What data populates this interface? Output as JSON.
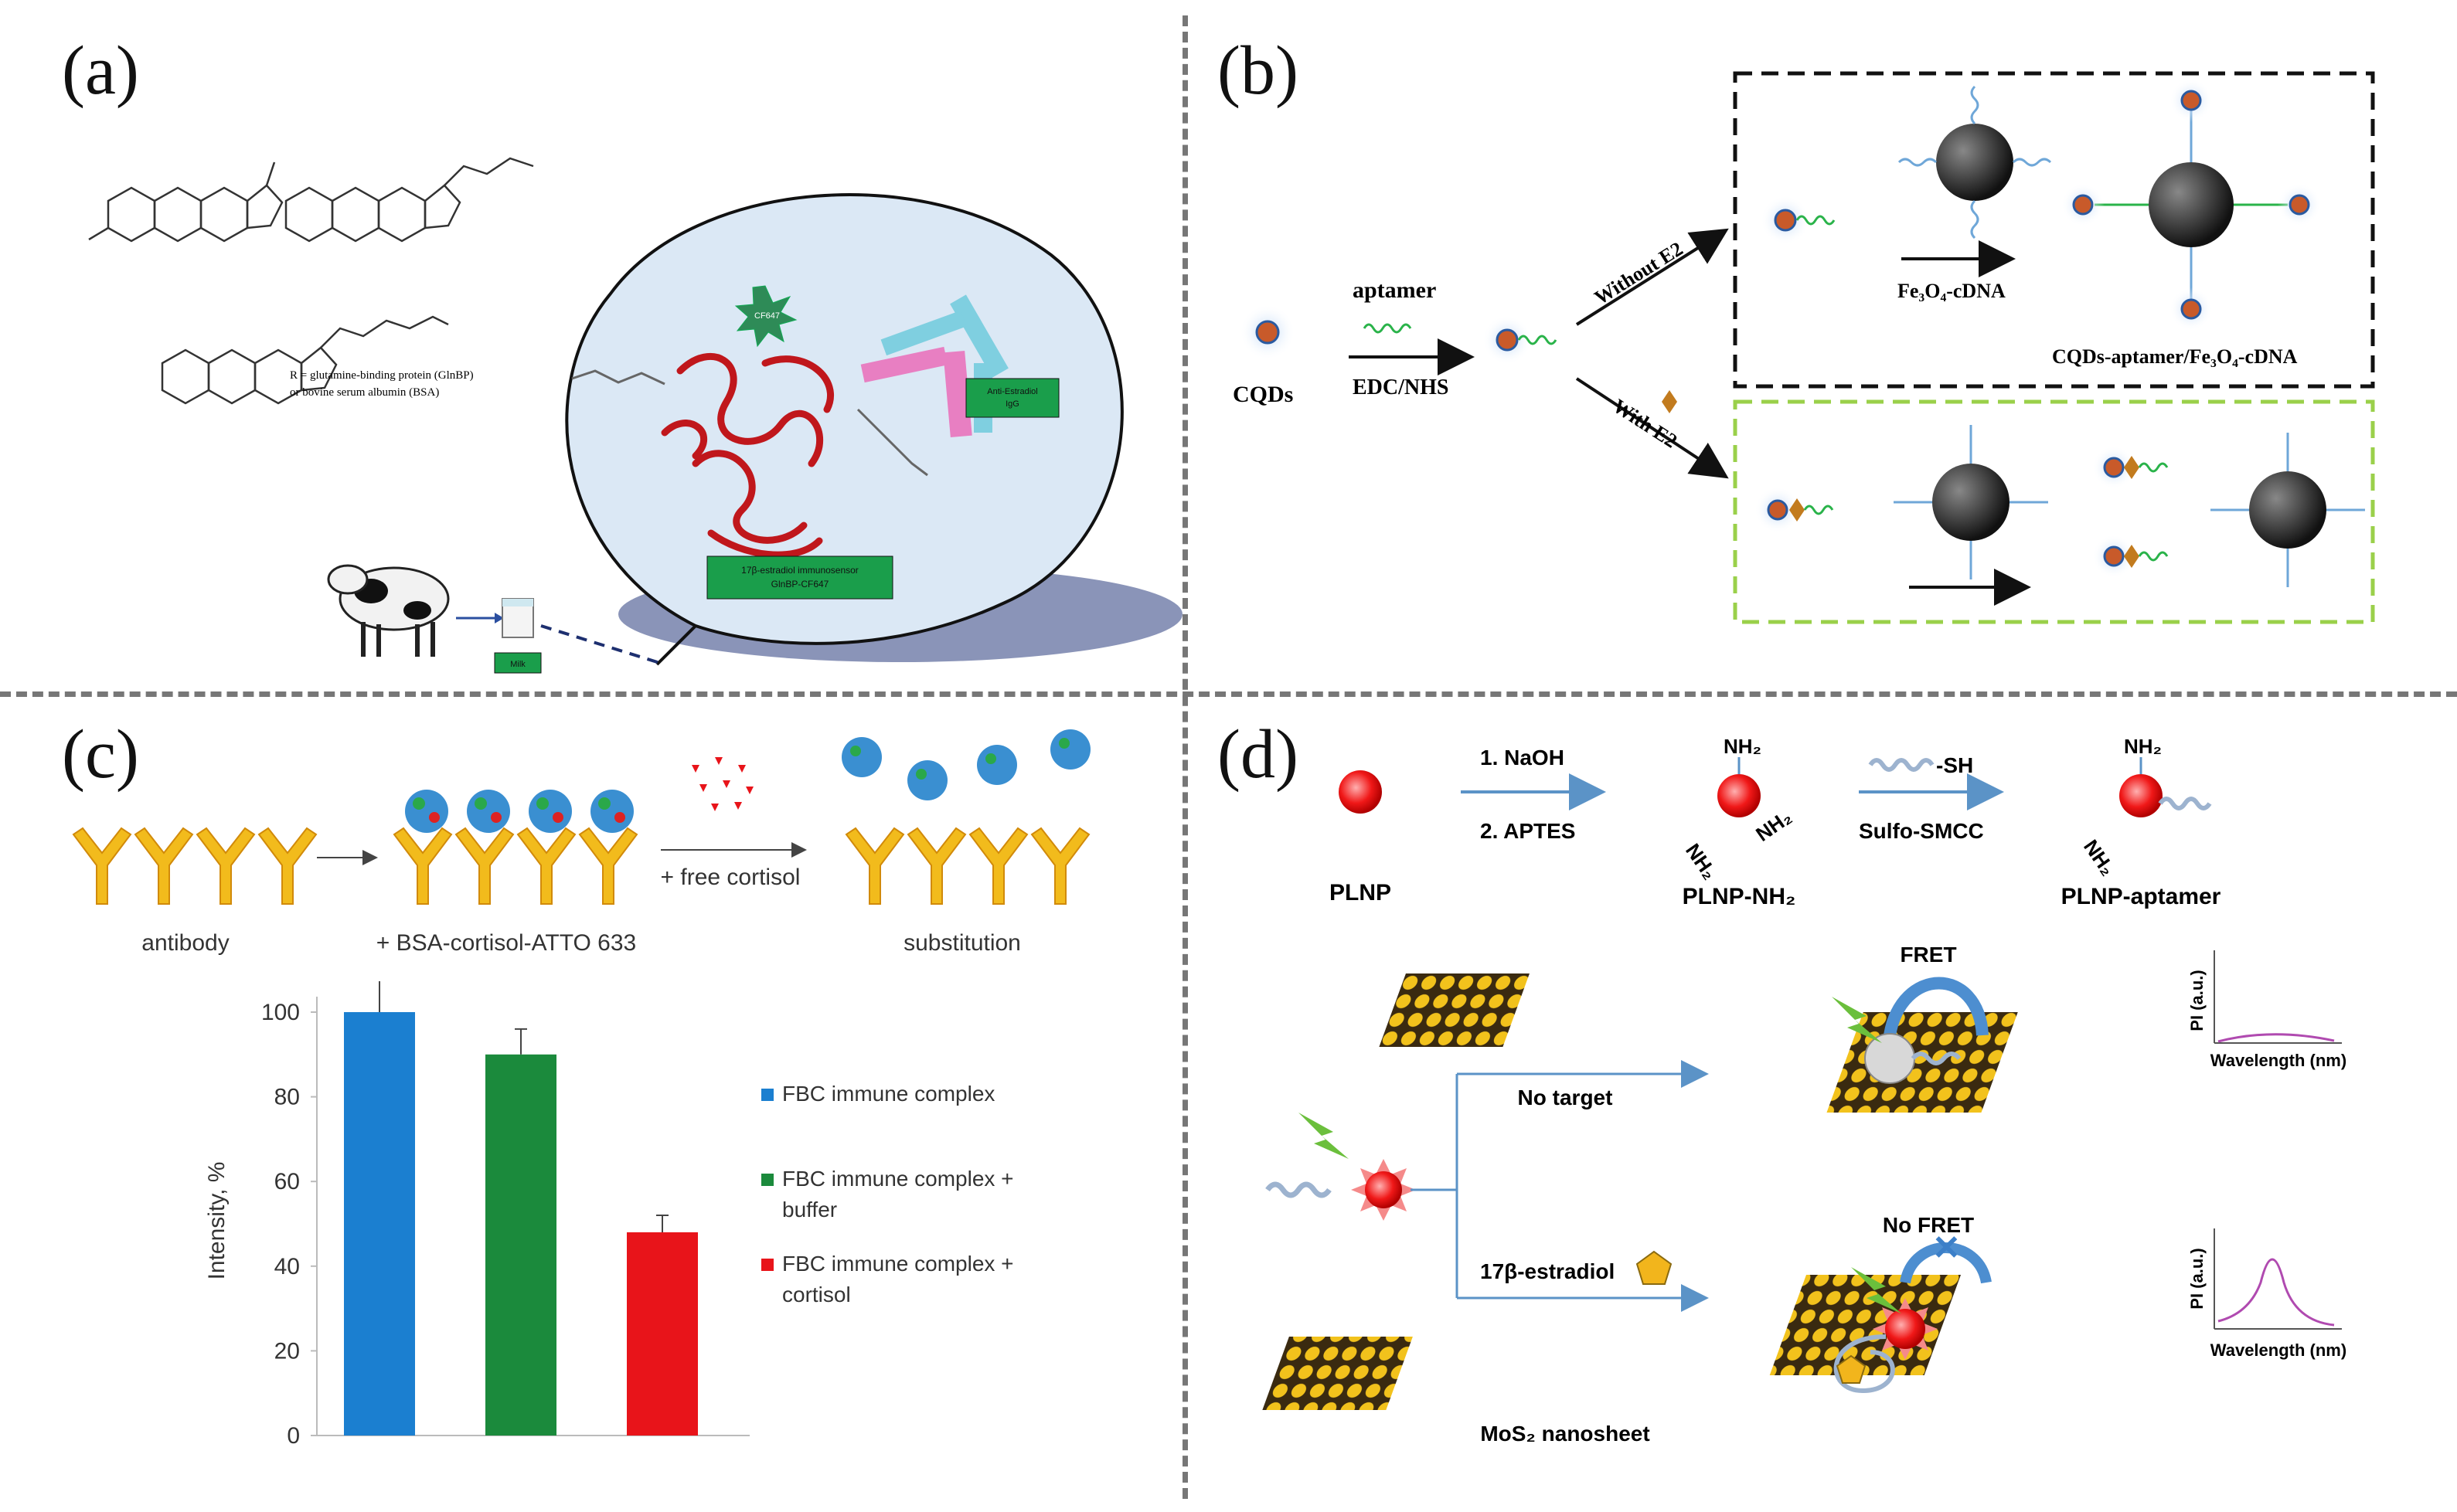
{
  "panels": {
    "a": {
      "letter": "(a)",
      "chem_r_group_line1": "R = glutamine-binding protein (GlnBP)",
      "chem_r_group_line2": "or bovine serum albumin (BSA)",
      "fluor_label": "CF647",
      "antibody_label_line1": "Anti-Estradiol",
      "antibody_label_line2": "IgG",
      "immunosensor_label_line1": "17β-estradiol immunosensor",
      "immunosensor_label_line2": "GlnBP-CF647",
      "milk_label": "Milk"
    },
    "b": {
      "letter": "(b)",
      "cqds": "CQDs",
      "aptamer": "aptamer",
      "edc": "EDC/NHS",
      "without_e2": "Without E2",
      "with_e2": "With E2",
      "fe3o4": "Fe₃O₄-cDNA",
      "complex": "CQDs-aptamer/Fe₃O₄-cDNA"
    },
    "c": {
      "letter": "(c)",
      "step1": "antibody",
      "step2": "+ BSA-cortisol-ATTO 633",
      "free_cortisol": "+ free cortisol",
      "step3": "substitution"
    },
    "d": {
      "letter": "(d)",
      "plnp": "PLNP",
      "naoh": "1. NaOH",
      "aptes": "2. APTES",
      "plnp_nh2": "PLNP-NH₂",
      "sh": "-SH",
      "sulfo": "Sulfo-SMCC",
      "plnp_aptamer": "PLNP-aptamer",
      "nh2": "NH₂",
      "no_target": "No target",
      "estradiol": "17β-estradiol",
      "mos2": "MoS₂ nanosheet",
      "fret": "FRET",
      "no_fret": "No FRET",
      "pl_axis": "PI (a.u.)",
      "wavelength_axis": "Wavelength (nm)"
    }
  },
  "chart_data": {
    "type": "bar",
    "categories": [
      "FBC immune complex",
      "FBC immune complex + buffer",
      "FBC immune complex + cortisol"
    ],
    "series": [
      {
        "values": [
          100,
          90,
          48
        ],
        "errors": [
          8,
          6,
          4
        ]
      }
    ],
    "colors": [
      "#1b7fd0",
      "#1b8a3c",
      "#e8141a"
    ],
    "ylabel": "Intensity, %",
    "ylim": [
      0,
      100
    ],
    "yticks": [
      0,
      20,
      40,
      60,
      80,
      100
    ],
    "legend": [
      {
        "line1": "FBC immune complex",
        "line2": ""
      },
      {
        "line1": "FBC immune complex +",
        "line2": "buffer"
      },
      {
        "line1": "FBC immune complex +",
        "line2": "cortisol"
      }
    ],
    "legend_position": "right",
    "grid": false
  }
}
